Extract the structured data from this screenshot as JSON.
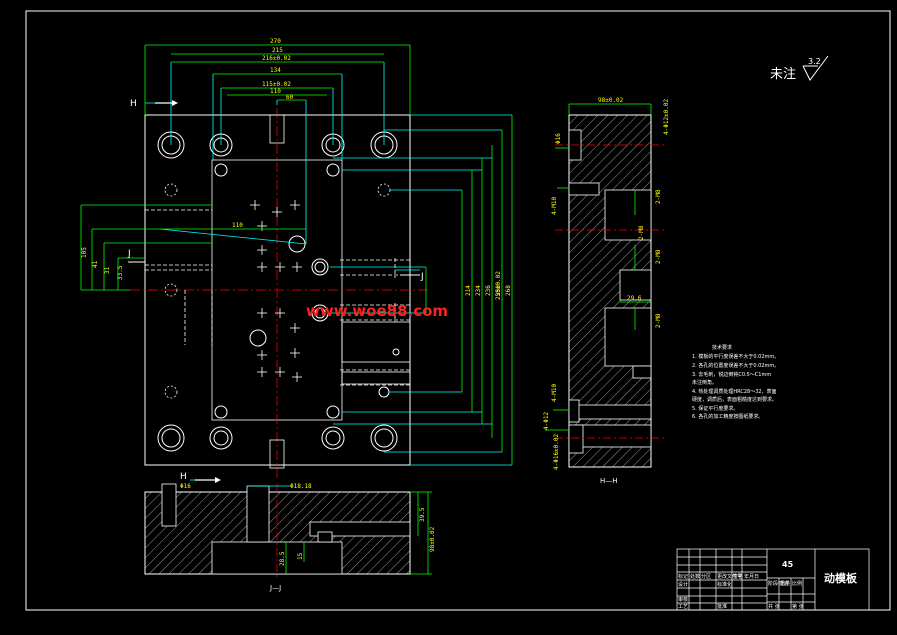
{
  "colors": {
    "background": "#000000",
    "outline": "#ffffff",
    "dimension": "#00ff00",
    "leader": "#00ffff",
    "centerline": "#ff0000",
    "hidden": "#ffffff",
    "hatch": "#ffffff",
    "watermark": "#ff2020",
    "text_yellow": "#ffff00"
  },
  "roughness": {
    "label": "未注",
    "value": "3.2"
  },
  "watermark": "www.woe88.com",
  "section_marks": {
    "h_top": "H",
    "h_bottom": "H",
    "j_left": "J",
    "j_right": "J"
  },
  "view_titles": {
    "jj": "J—J",
    "hh": "H—H"
  },
  "top_dims": [
    "270",
    "215",
    "216±0.02",
    "134",
    "115±0.02",
    "110",
    "60"
  ],
  "right_dims": [
    "214",
    "234",
    "236",
    "250",
    "250±0.02",
    "268"
  ],
  "left_dims": [
    "105",
    "41",
    "31",
    "33.5"
  ],
  "mid_dims": [
    "110"
  ],
  "side_view_dims": {
    "top": "98±0.02",
    "top_right": "4-Φ12±0.02",
    "left1": "4-M10",
    "mid": "Φ16",
    "left_low1": "4-M10",
    "left_low2": "4-Φ12",
    "left_low3": "4-Φ16±0.02",
    "w1": "2-M8",
    "w2": "2-M8",
    "w3": "2-M8",
    "w4": "2-M8",
    "inner": "29.6"
  },
  "jj_dims": {
    "top": "Φ18.18",
    "left": "Φ16",
    "right": "39.5",
    "right2": "98±0.02",
    "mid1": "28.5",
    "mid2": "15"
  },
  "tech_notes": {
    "title": "技术要求",
    "items": [
      "1. 模板的平行度误差不大于0.02mm。",
      "2. 各孔的位置度误差不大于0.02mm。",
      "3. 去毛刺，锐边倒钝C0.5～C1mm",
      "   未注倒角。",
      "4. 热处理调质处理HRC28～32，表面",
      "   硬度，调质后，表面粗糙度达到要求。",
      "5. 保证平行度要求。",
      "6. 各孔的加工精度按图纸要求。"
    ]
  },
  "title_block": {
    "material": "45",
    "part_name": "动模板",
    "cells": [
      "标记",
      "处数",
      "分区",
      "更改文件号",
      "签名",
      "年月日",
      "设计",
      "标准化",
      "审核",
      "工艺",
      "批准",
      "阶段标记",
      "重量",
      "比例",
      "共 张",
      "第 张"
    ]
  }
}
